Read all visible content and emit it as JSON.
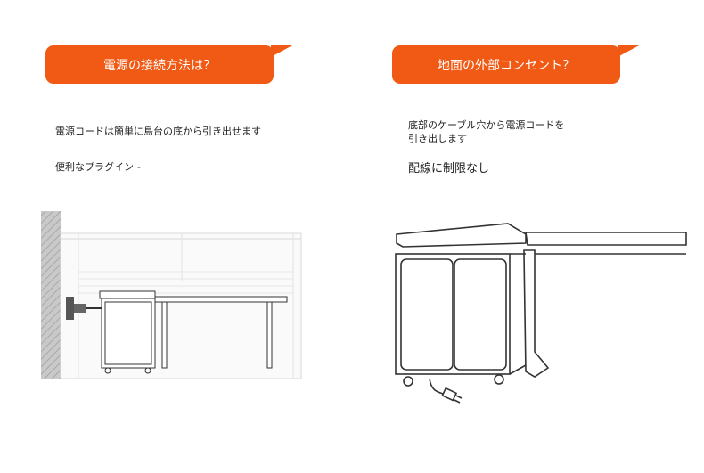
{
  "colors": {
    "accent": "#f05a14",
    "line": "#333333",
    "wall": "#bbbbbb"
  },
  "left": {
    "heading": "電源の接続方法は？",
    "text1": "電源コードは簡単に島台の底から引き出せます",
    "text2": "便利なプラグイン~"
  },
  "right": {
    "heading": "地面の外部コンセント？",
    "text1a": "底部のケーブル穴から電源コードを",
    "text1b": "引き出します",
    "text2": "配線に制限なし"
  }
}
